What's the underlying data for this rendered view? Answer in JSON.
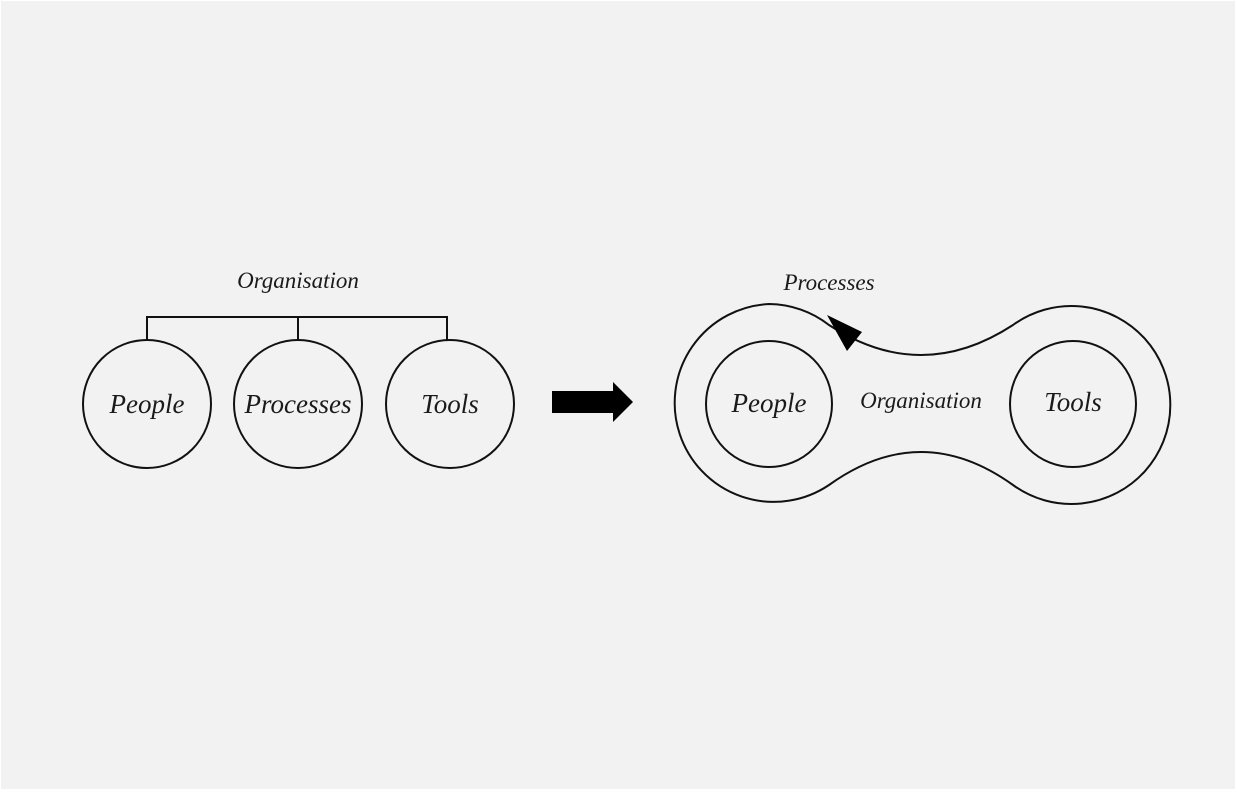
{
  "before": {
    "parent_label": "Organisation",
    "nodes": [
      "People",
      "Processes",
      "Tools"
    ]
  },
  "after": {
    "outer_label": "Processes",
    "center_label": "Organisation",
    "left_node": "People",
    "right_node": "Tools"
  },
  "colors": {
    "background": "#f2f2f2",
    "stroke": "#111111",
    "text": "#1a1a1a"
  }
}
